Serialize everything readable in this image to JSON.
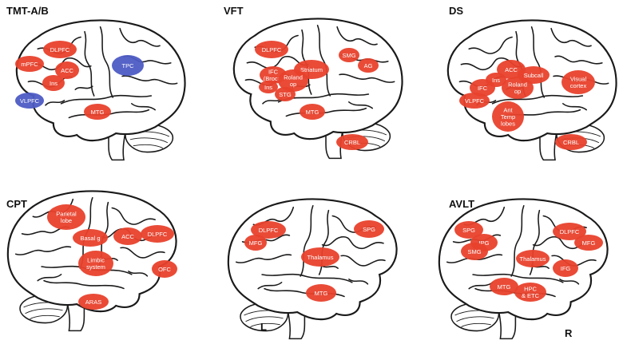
{
  "colors": {
    "activation": "#e8412c",
    "activation_alt": "#4d5bc4",
    "outline": "#1a1a1a"
  },
  "panels": [
    {
      "title": "TMT-A/B",
      "regions": [
        {
          "label": [
            "DLPFC"
          ],
          "color": "red"
        },
        {
          "label": [
            "mPFC"
          ],
          "color": "red"
        },
        {
          "label": [
            "ACC"
          ],
          "color": "red"
        },
        {
          "label": [
            "Ins"
          ],
          "color": "red"
        },
        {
          "label": [
            "TPC"
          ],
          "color": "blue"
        },
        {
          "label": [
            "VLPFC"
          ],
          "color": "blue"
        },
        {
          "label": [
            "MTG"
          ],
          "color": "red"
        }
      ]
    },
    {
      "title": "VFT",
      "regions": [
        {
          "label": [
            "DLPFC"
          ],
          "color": "red"
        },
        {
          "label": [
            "SMG"
          ],
          "color": "red"
        },
        {
          "label": [
            "AG"
          ],
          "color": "red"
        },
        {
          "label": [
            "Striatum"
          ],
          "color": "red"
        },
        {
          "label": [
            "IFC",
            "(Broca)"
          ],
          "color": "red"
        },
        {
          "label": [
            "Ins"
          ],
          "color": "red"
        },
        {
          "label": [
            "Roland",
            "op"
          ],
          "color": "red"
        },
        {
          "label": [
            "STG"
          ],
          "color": "red"
        },
        {
          "label": [
            "MTG"
          ],
          "color": "red"
        },
        {
          "label": [
            "CRBL"
          ],
          "color": "red"
        }
      ]
    },
    {
      "title": "DS",
      "regions": [
        {
          "label": [
            "ACC"
          ],
          "color": "red"
        },
        {
          "label": [
            "Subcall"
          ],
          "color": "red"
        },
        {
          "label": [
            "Ins"
          ],
          "color": "red"
        },
        {
          "label": [
            "IFC"
          ],
          "color": "red"
        },
        {
          "label": [
            "Roland",
            "op"
          ],
          "color": "red"
        },
        {
          "label": [
            "VLPFC"
          ],
          "color": "red"
        },
        {
          "label": [
            "Ant",
            "Temp",
            "lobes"
          ],
          "color": "red"
        },
        {
          "label": [
            "Visual",
            "cortex"
          ],
          "color": "red"
        },
        {
          "label": [
            "CRBL"
          ],
          "color": "red"
        }
      ]
    },
    {
      "title": "CPT",
      "regions": [
        {
          "label": [
            "Parietal",
            "lobe"
          ],
          "color": "red"
        },
        {
          "label": [
            "Basal g"
          ],
          "color": "red"
        },
        {
          "label": [
            "ACC"
          ],
          "color": "red"
        },
        {
          "label": [
            "DLPFC"
          ],
          "color": "red"
        },
        {
          "label": [
            "Limbic",
            "system"
          ],
          "color": "red"
        },
        {
          "label": [
            "OFC"
          ],
          "color": "red"
        },
        {
          "label": [
            "ARAS"
          ],
          "color": "red"
        }
      ]
    },
    {
      "title": "",
      "regions": [
        {
          "label": [
            "DLPFC"
          ],
          "color": "red"
        },
        {
          "label": [
            "MFG"
          ],
          "color": "red"
        },
        {
          "label": [
            "SPG"
          ],
          "color": "red"
        },
        {
          "label": [
            "Thalamus"
          ],
          "color": "red"
        },
        {
          "label": [
            "MTG"
          ],
          "color": "red"
        }
      ]
    },
    {
      "title": "AVLT",
      "regions": [
        {
          "label": [
            "SPG"
          ],
          "color": "red"
        },
        {
          "label": [
            "IPG"
          ],
          "color": "red"
        },
        {
          "label": [
            "SMG"
          ],
          "color": "red"
        },
        {
          "label": [
            "DLPFC"
          ],
          "color": "red"
        },
        {
          "label": [
            "MFG"
          ],
          "color": "red"
        },
        {
          "label": [
            "Thalamus"
          ],
          "color": "red"
        },
        {
          "label": [
            "IFG"
          ],
          "color": "red"
        },
        {
          "label": [
            "MTG"
          ],
          "color": "red"
        },
        {
          "label": [
            "HPC",
            "& ETC"
          ],
          "color": "red"
        }
      ]
    }
  ],
  "hemisphere_labels": {
    "left": "L",
    "right": "R"
  }
}
